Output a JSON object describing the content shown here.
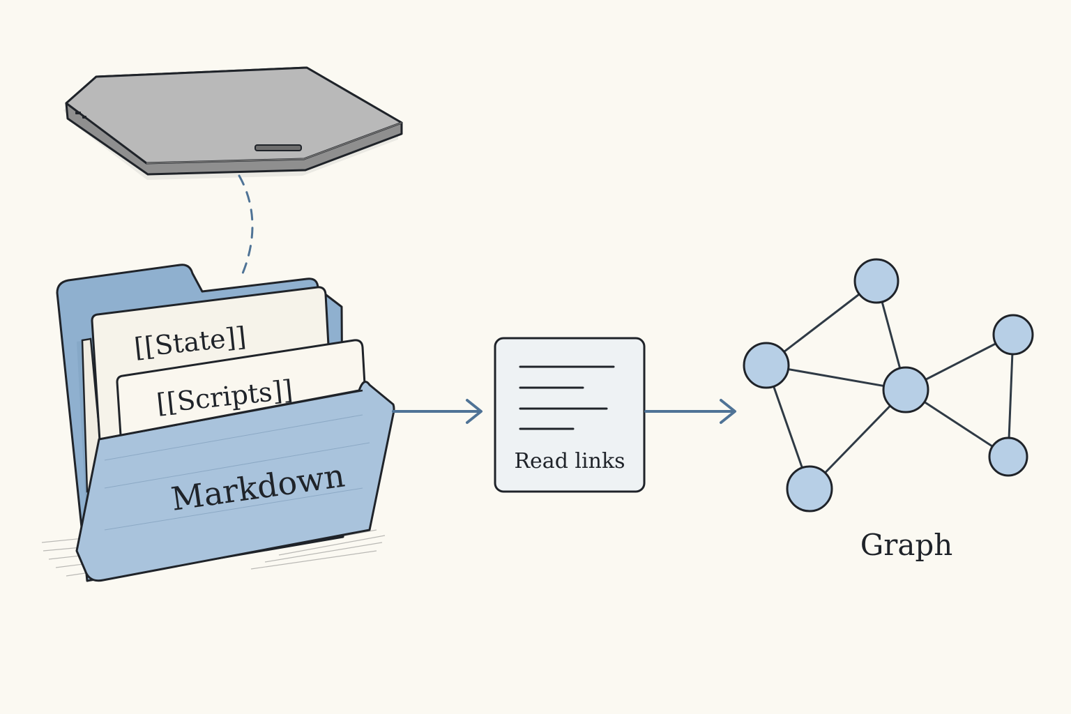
{
  "colors": {
    "background": "#fbf9f2",
    "folder_fill": "#a9c3dc",
    "folder_fill_dark": "#8fb0cf",
    "paper_fill": "#f6f3ea",
    "node_fill": "#b7cfe6",
    "arrow": "#4f7396",
    "outline": "#1f2329",
    "laptop_fill": "#b8b8b8",
    "card_fill": "#eef2f4"
  },
  "icons": {
    "laptop": "laptop-icon",
    "folder": "folder-icon",
    "document": "document-icon",
    "graph": "graph-icon"
  },
  "folder": {
    "label": "Markdown",
    "pages": [
      {
        "label": "[[State]]"
      },
      {
        "label": "[[Scripts]]"
      }
    ]
  },
  "reader": {
    "label": "Read links"
  },
  "graph": {
    "label": "Graph",
    "nodes": [
      {
        "id": "top"
      },
      {
        "id": "left"
      },
      {
        "id": "center"
      },
      {
        "id": "right-top"
      },
      {
        "id": "right-bottom"
      },
      {
        "id": "bottom"
      }
    ],
    "edges": [
      [
        "top",
        "left"
      ],
      [
        "top",
        "center"
      ],
      [
        "left",
        "center"
      ],
      [
        "left",
        "bottom"
      ],
      [
        "center",
        "bottom"
      ],
      [
        "center",
        "right-top"
      ],
      [
        "center",
        "right-bottom"
      ],
      [
        "right-top",
        "right-bottom"
      ]
    ]
  }
}
